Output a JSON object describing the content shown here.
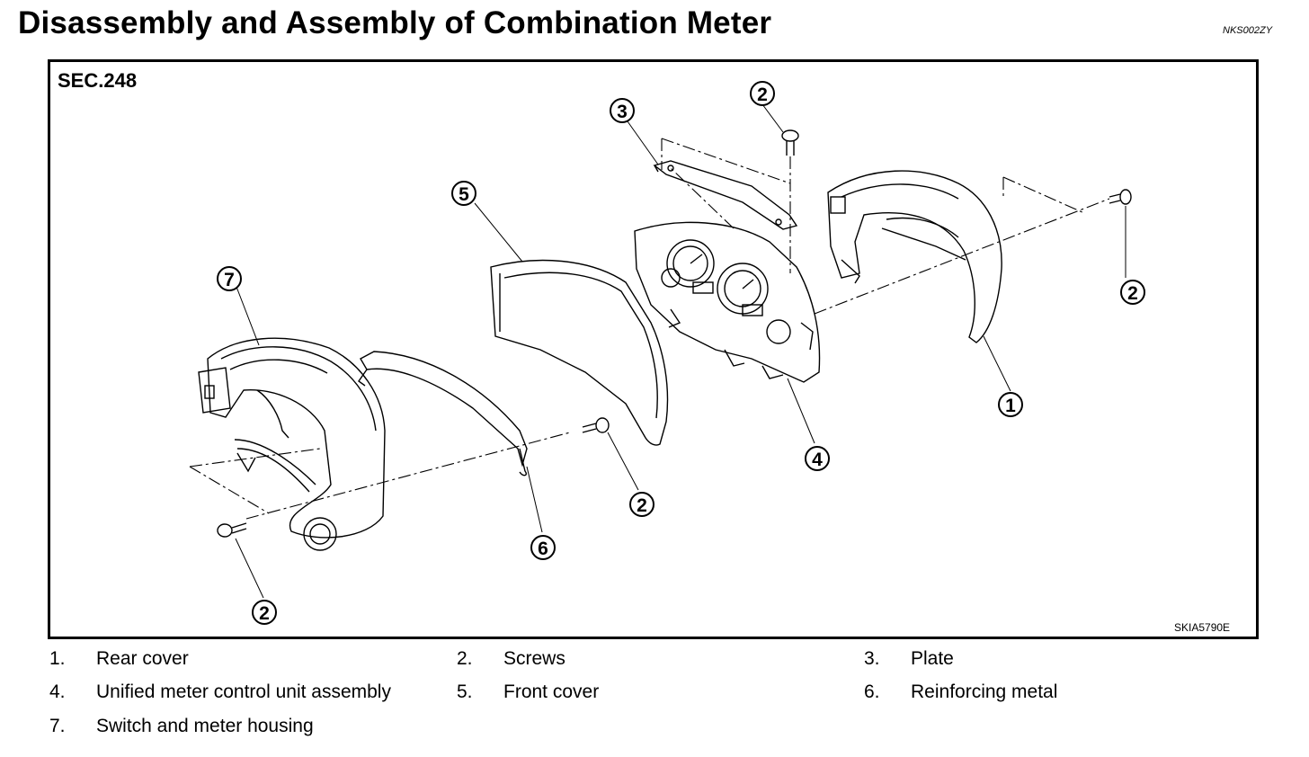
{
  "header": {
    "title": "Disassembly and Assembly of Combination Meter",
    "doc_id": "NKS002ZY"
  },
  "figure": {
    "section_label": "SEC.248",
    "figure_id": "SKIA5790E",
    "callouts": [
      {
        "part": "1",
        "label": "1"
      },
      {
        "part": "2",
        "label": "2"
      },
      {
        "part": "2",
        "label": "2"
      },
      {
        "part": "2",
        "label": "2"
      },
      {
        "part": "2",
        "label": "2"
      },
      {
        "part": "3",
        "label": "3"
      },
      {
        "part": "4",
        "label": "4"
      },
      {
        "part": "5",
        "label": "5"
      },
      {
        "part": "6",
        "label": "6"
      },
      {
        "part": "7",
        "label": "7"
      }
    ]
  },
  "legend": [
    {
      "num": "1.",
      "label": "Rear cover"
    },
    {
      "num": "2.",
      "label": "Screws"
    },
    {
      "num": "3.",
      "label": "Plate"
    },
    {
      "num": "4.",
      "label": "Unified meter control unit assembly"
    },
    {
      "num": "5.",
      "label": "Front cover"
    },
    {
      "num": "6.",
      "label": "Reinforcing metal"
    },
    {
      "num": "7.",
      "label": "Switch and meter housing"
    }
  ]
}
